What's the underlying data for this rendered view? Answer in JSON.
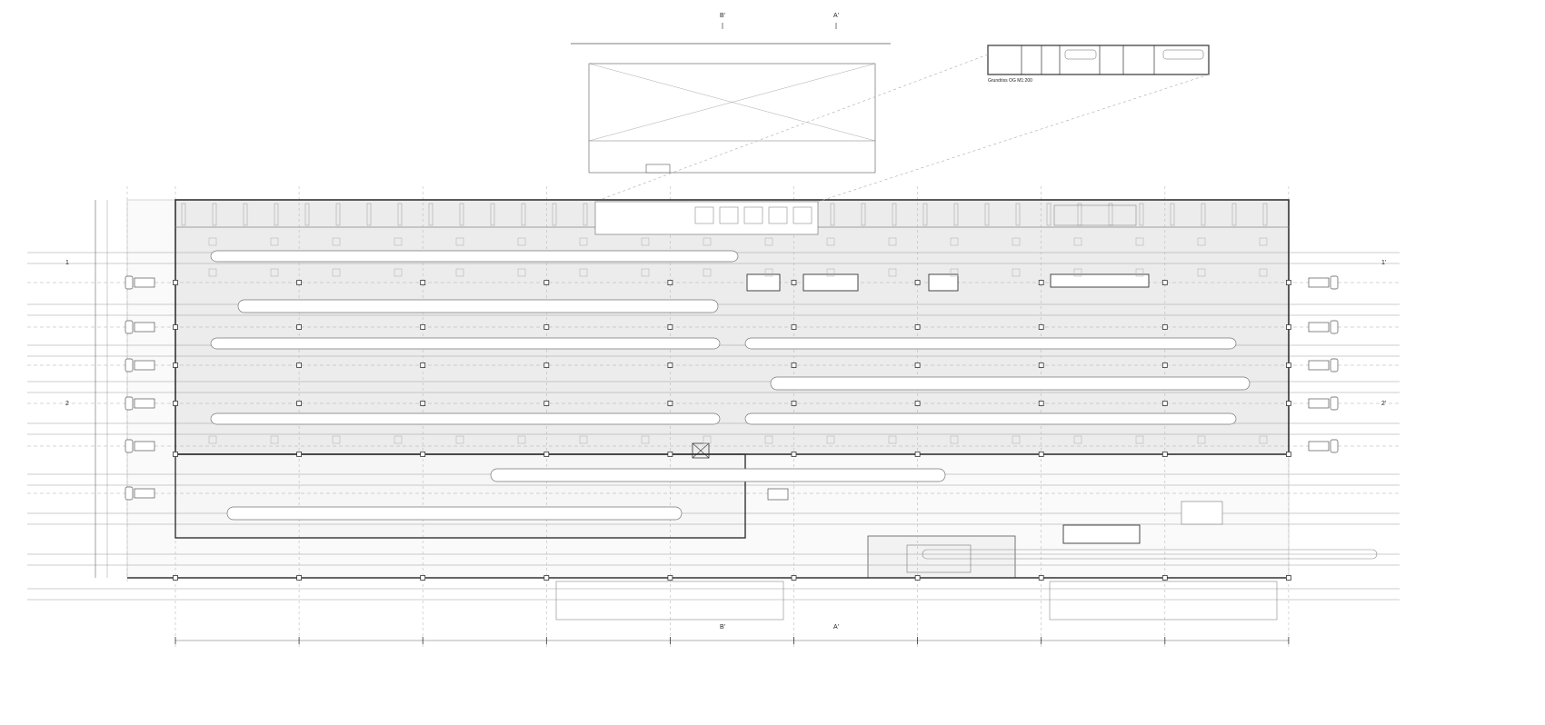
{
  "drawing": {
    "inset_caption": "Grundriss OG M1:200",
    "section_markers": {
      "top_left": "B'",
      "top_right": "A'",
      "bottom_left": "B'",
      "bottom_right": "A'",
      "left_1": "1",
      "right_1": "1'",
      "left_2": "2",
      "right_2": "2'"
    },
    "colors": {
      "line": "#555555",
      "light_line": "#bbbbbb",
      "fill": "#ececec",
      "wall": "#333333"
    }
  }
}
